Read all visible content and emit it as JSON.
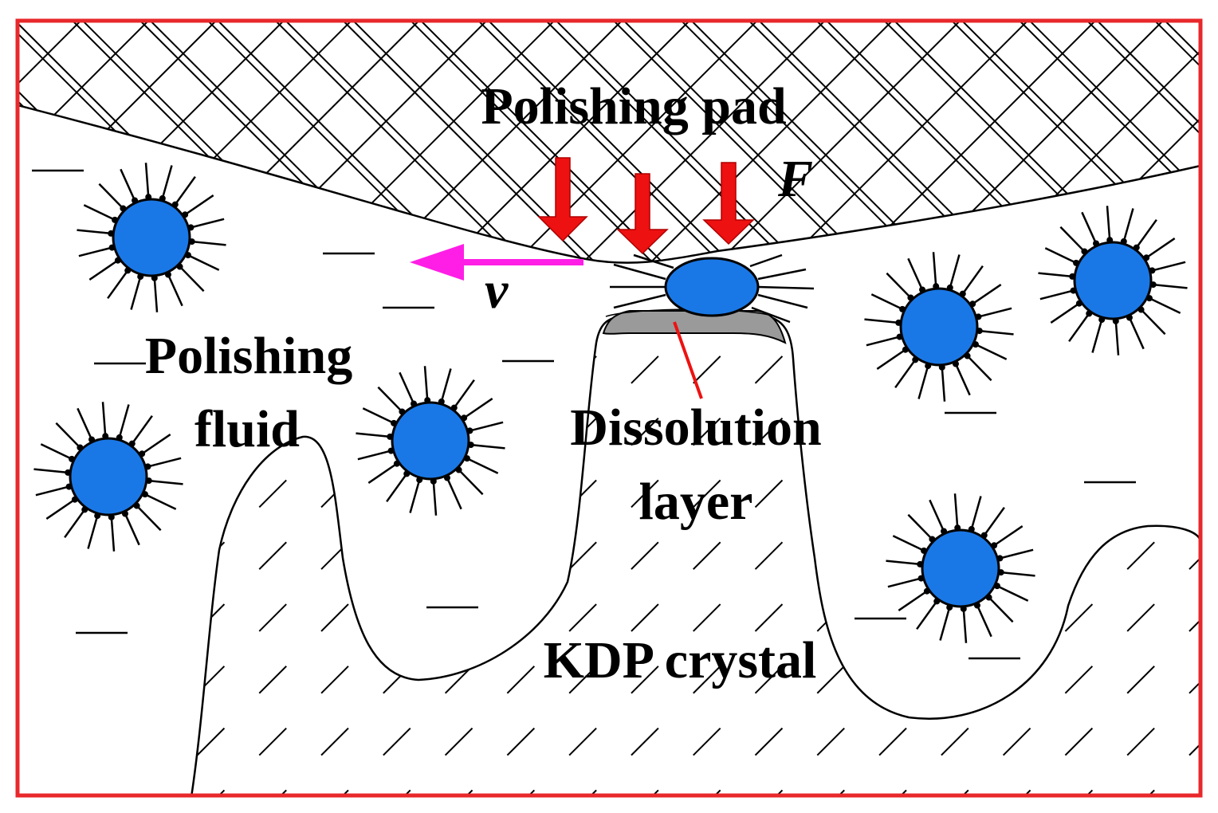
{
  "labels": {
    "pad": "Polishing pad",
    "force": "F",
    "velocity": "v",
    "fluid_line1": "Polishing",
    "fluid_line2": "fluid",
    "dissolution_line1": "Dissolution",
    "dissolution_line2": "layer",
    "crystal": "KDP crystal"
  },
  "colors": {
    "frame": "#e8282b",
    "particle": "#1a78e6",
    "force_arrow": "#ee1111",
    "velocity_arrow": "#ff1ee6",
    "dissolution_layer": "#9a9a9a",
    "leader_line": "#ee1111",
    "outline": "#000000"
  }
}
